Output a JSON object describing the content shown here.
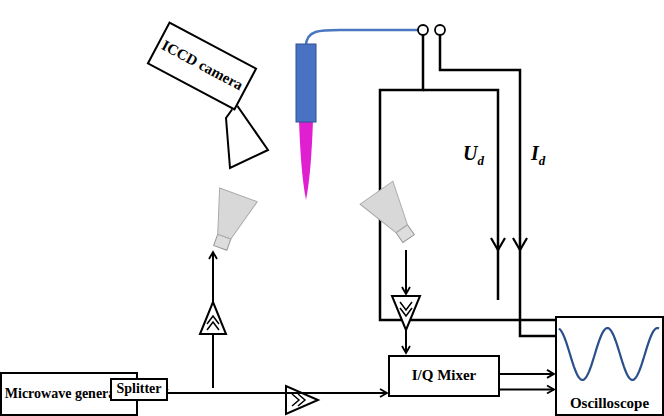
{
  "diagram": {
    "nodes": [
      {
        "text": [
          "ICCD camera"
        ]
      },
      {
        "text": [
          "Microwave generator"
        ]
      },
      {
        "text": [
          "Splitter"
        ]
      },
      {
        "text": [
          "I/Q Mixer"
        ]
      },
      {
        "text": [
          "Oscilloscope"
        ]
      }
    ],
    "edges": [
      {
        "from": 1,
        "to": 2,
        "arrow": "to"
      },
      {
        "from": 2,
        "to": 3,
        "arrow": "to"
      },
      {
        "from": 3,
        "to": 4,
        "arrow": "to"
      },
      {
        "from": 3,
        "to": 4,
        "arrow": "to"
      }
    ],
    "labels": [
      "Ud",
      "Id"
    ]
  }
}
